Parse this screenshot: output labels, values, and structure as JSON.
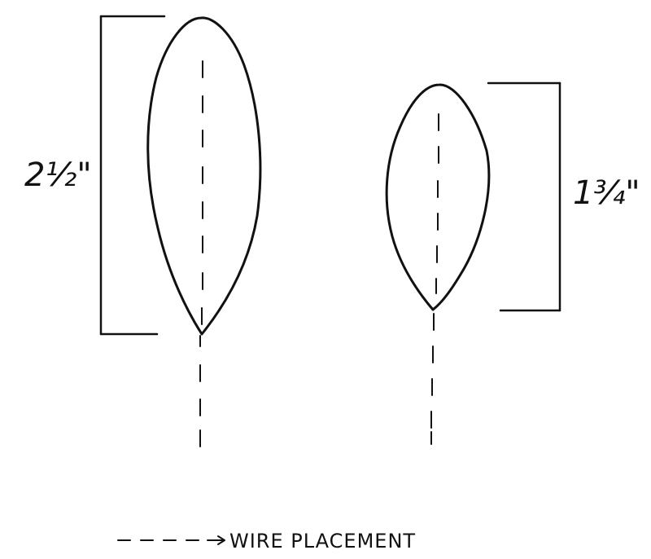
{
  "diagram": {
    "left_petal": {
      "dimension_label": "2½\""
    },
    "right_petal": {
      "dimension_label": "1¾\""
    },
    "legend": {
      "label": "WIRE PLACEMENT"
    },
    "colors": {
      "ink": "#111111",
      "background": "#ffffff"
    }
  }
}
